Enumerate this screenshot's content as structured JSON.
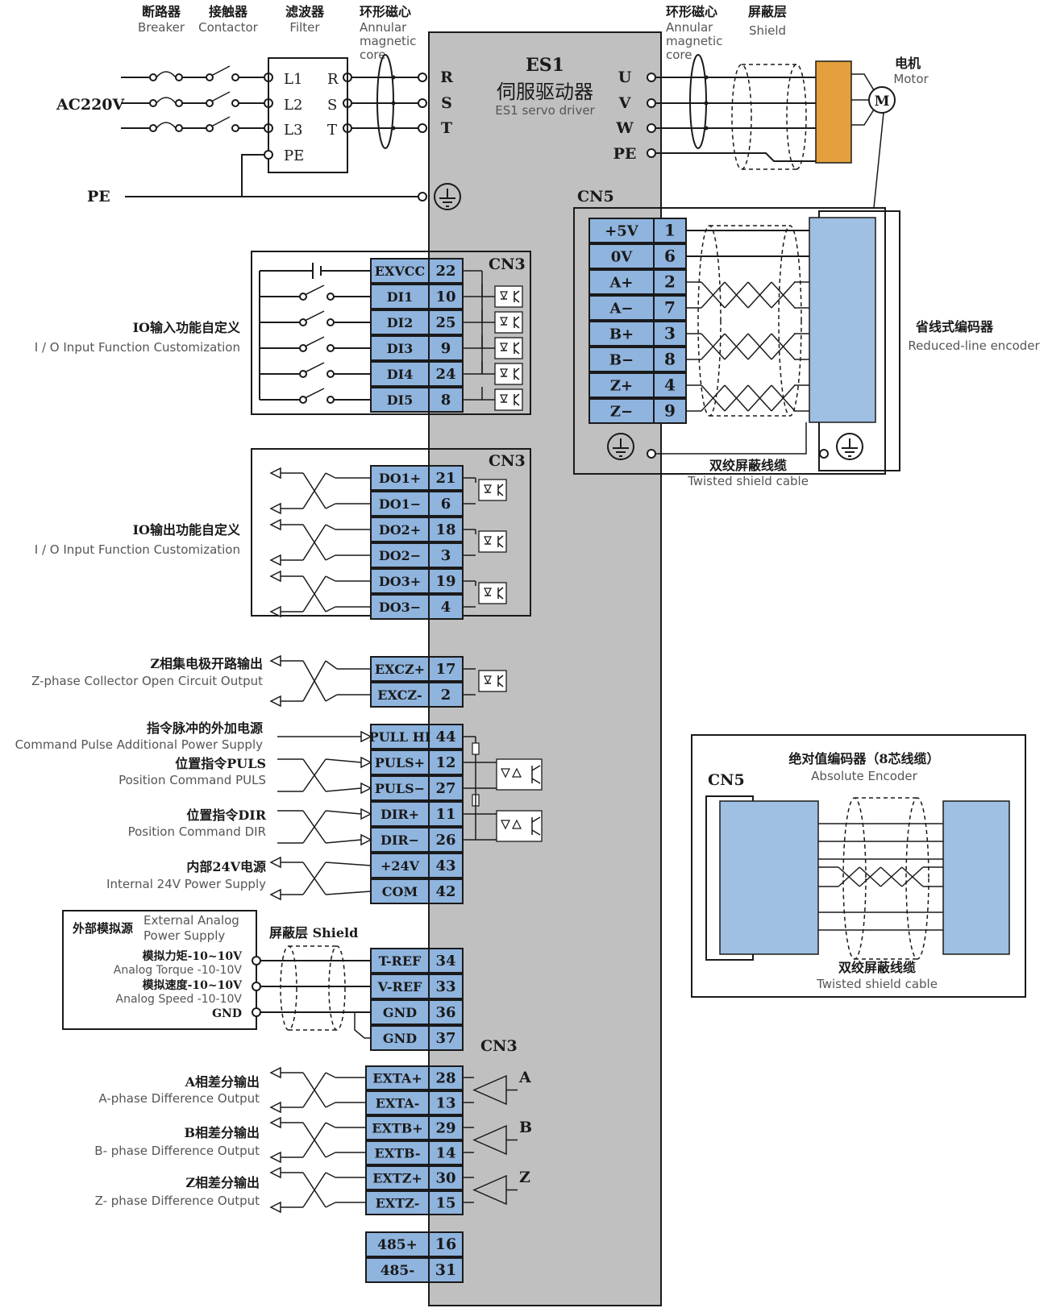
{
  "colors": {
    "driver_body": "#c0c0c0",
    "pin_cell": "#8fb4de",
    "motor_filter": "#e3a03c",
    "encoder_body": "#9fbfe3"
  },
  "driver": {
    "name": "ES1",
    "title_zh": "伺服驱动器",
    "title_en": "ES1 servo driver"
  },
  "power": {
    "breaker": {
      "zh": "断路器",
      "en": "Breaker"
    },
    "contactor": {
      "zh": "接触器",
      "en": "Contactor"
    },
    "filter": {
      "zh": "滤波器",
      "en": "Filter",
      "in_terms": [
        "L1",
        "L2",
        "L3",
        "PE"
      ],
      "out_terms": [
        "R",
        "S",
        "T"
      ]
    },
    "core_left": {
      "zh": "环形磁心",
      "en1": "Annular",
      "en2": "magnetic",
      "en3": "core"
    },
    "core_right": {
      "zh": "环形磁心",
      "en1": "Annular",
      "en2": "magnetic",
      "en3": "core"
    },
    "shield": {
      "zh": "屏蔽层",
      "en": "Shield"
    },
    "motor": {
      "zh": "电机",
      "en": "Motor",
      "symbol": "M"
    },
    "ac_label": "AC220V",
    "pe_label": "PE",
    "input_terms": [
      "R",
      "S",
      "T"
    ],
    "output_terms": [
      "U",
      "V",
      "W",
      "PE"
    ]
  },
  "cn5": {
    "label": "CN5",
    "signals": [
      "+5V",
      "0V",
      "A+",
      "A−",
      "B+",
      "B−",
      "Z+",
      "Z−"
    ],
    "pins": [
      "1",
      "6",
      "2",
      "7",
      "3",
      "8",
      "4",
      "9"
    ],
    "encoder_zh": "省线式编码器",
    "encoder_en": "Reduced-line encoder",
    "cable_zh": "双绞屏蔽线缆",
    "cable_en": "Twisted shield cable"
  },
  "cn3_di": {
    "label": "CN3",
    "signals": [
      "EXVCC",
      "DI1",
      "DI2",
      "DI3",
      "DI4",
      "DI5"
    ],
    "pins": [
      "22",
      "10",
      "25",
      "9",
      "24",
      "8"
    ],
    "desc_zh": "IO输入功能自定义",
    "desc_en": "I / O Input Function Customization"
  },
  "cn3_do": {
    "label": "CN3",
    "signals": [
      "DO1+",
      "DO1−",
      "DO2+",
      "DO2−",
      "DO3+",
      "DO3−"
    ],
    "pins": [
      "21",
      "6",
      "18",
      "3",
      "19",
      "4"
    ],
    "desc_zh": "IO输出功能自定义",
    "desc_en": "I / O Input Function Customization"
  },
  "excz": {
    "signals": [
      "EXCZ+",
      "EXCZ-"
    ],
    "pins": [
      "17",
      "2"
    ],
    "desc_zh": "Z相集电极开路输出",
    "desc_en": "Z-phase Collector Open Circuit Output"
  },
  "pulse": {
    "signals": [
      "PULL HI",
      "PULS+",
      "PULS−",
      "DIR+",
      "DIR−",
      "+24V",
      "COM"
    ],
    "pins": [
      "44",
      "12",
      "27",
      "11",
      "26",
      "43",
      "42"
    ],
    "pull_zh": "指令脉冲的外加电源",
    "pull_en": "Command Pulse Additional Power Supply",
    "puls_zh": "位置指令PULS",
    "puls_en": "Position Command PULS",
    "dir_zh": "位置指令DIR",
    "dir_en": "Position Command DIR",
    "v24_zh": "内部24V电源",
    "v24_en": "Internal 24V Power Supply"
  },
  "analog": {
    "signals": [
      "T-REF",
      "V-REF",
      "GND",
      "GND"
    ],
    "pins": [
      "34",
      "33",
      "36",
      "37"
    ],
    "source_zh": "外部模拟源",
    "source_en1": "External Analog",
    "source_en2": "Power Supply",
    "torque_zh": "模拟力矩-10~10V",
    "torque_en": "Analog Torque -10-10V",
    "speed_zh": "模拟速度-10~10V",
    "speed_en": "Analog Speed -10-10V",
    "gnd": "GND",
    "shield": "屏蔽层 Shield"
  },
  "diff_out": {
    "label": "CN3",
    "signals": [
      "EXTA+",
      "EXTA-",
      "EXTB+",
      "EXTB-",
      "EXTZ+",
      "EXTZ-"
    ],
    "pins": [
      "28",
      "13",
      "29",
      "14",
      "30",
      "15"
    ],
    "phases": [
      "A",
      "B",
      "Z"
    ],
    "a_zh": "A相差分输出",
    "a_en": "A-phase Difference Output",
    "b_zh": "B相差分输出",
    "b_en": "B- phase Difference Output",
    "z_zh": "Z相差分输出",
    "z_en": "Z- phase Difference Output"
  },
  "rs485": {
    "signals": [
      "485+",
      "485-"
    ],
    "pins": [
      "16",
      "31"
    ]
  },
  "absolute": {
    "label": "CN5",
    "title_zh": "绝对值编码器（8芯线缆）",
    "title_en": "Absolute Encoder",
    "cable_zh": "双绞屏蔽线缆",
    "cable_en": "Twisted shield cable"
  }
}
